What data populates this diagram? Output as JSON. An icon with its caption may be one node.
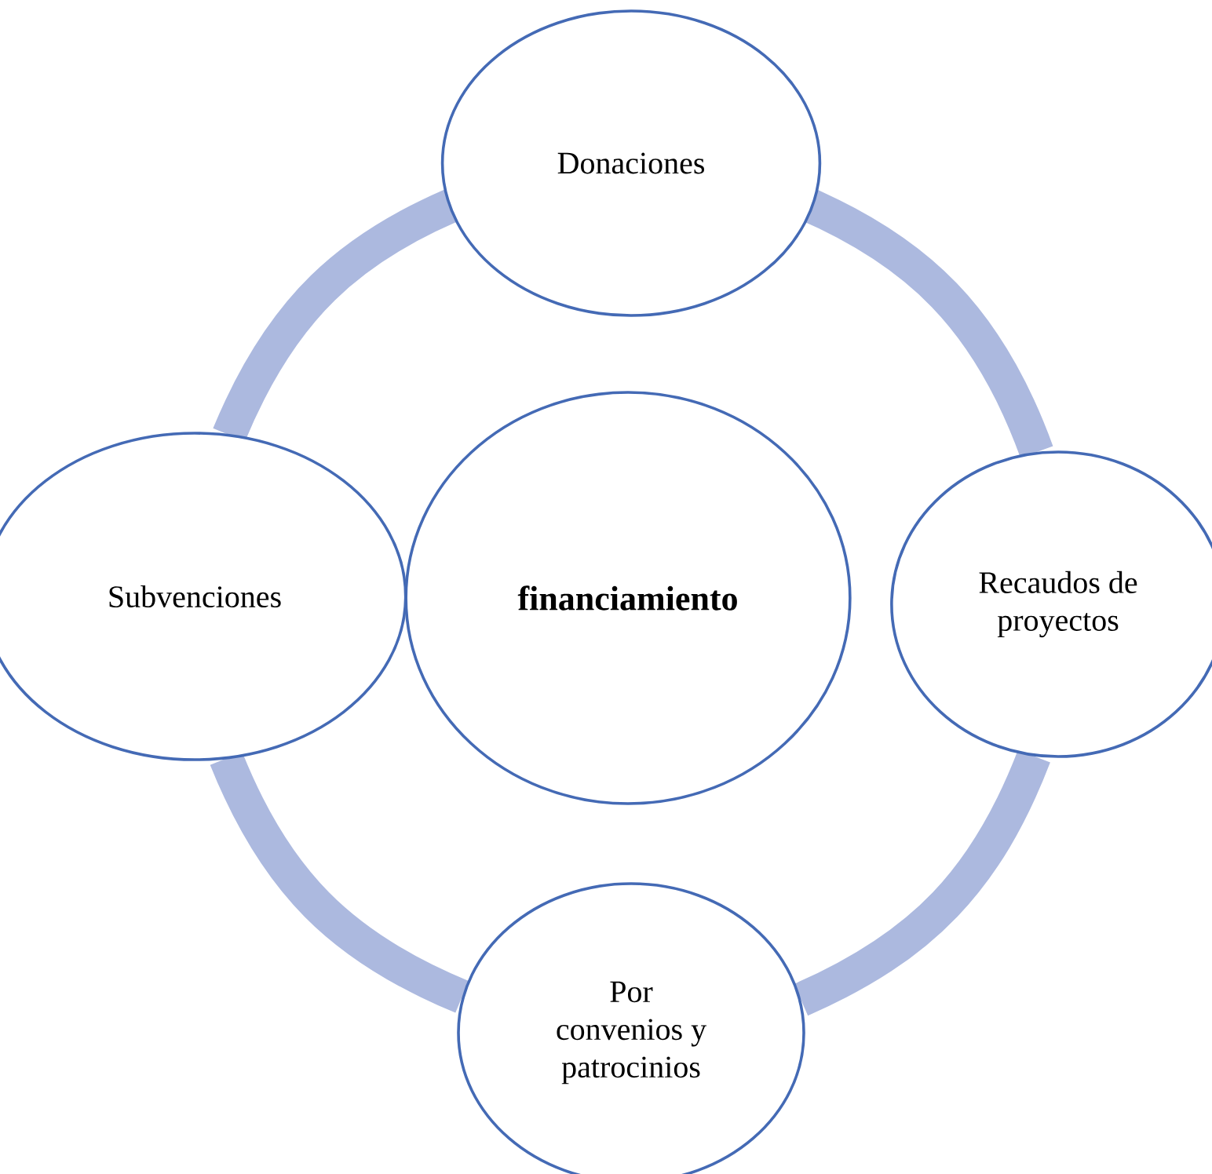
{
  "diagram": {
    "nodes": [
      {
        "text": [
          "financiamiento"
        ]
      },
      {
        "text": [
          "Donaciones"
        ]
      },
      {
        "text": [
          "Recaudos de proyectos"
        ]
      },
      {
        "text": [
          "Por convenios y patrocinios"
        ]
      },
      {
        "text": [
          "Subvenciones"
        ]
      }
    ],
    "edges": [
      {
        "from": 1,
        "to": 2,
        "arrow": "none"
      },
      {
        "from": 2,
        "to": 3,
        "arrow": "none"
      },
      {
        "from": 3,
        "to": 4,
        "arrow": "none"
      },
      {
        "from": 4,
        "to": 1,
        "arrow": "none"
      }
    ]
  }
}
